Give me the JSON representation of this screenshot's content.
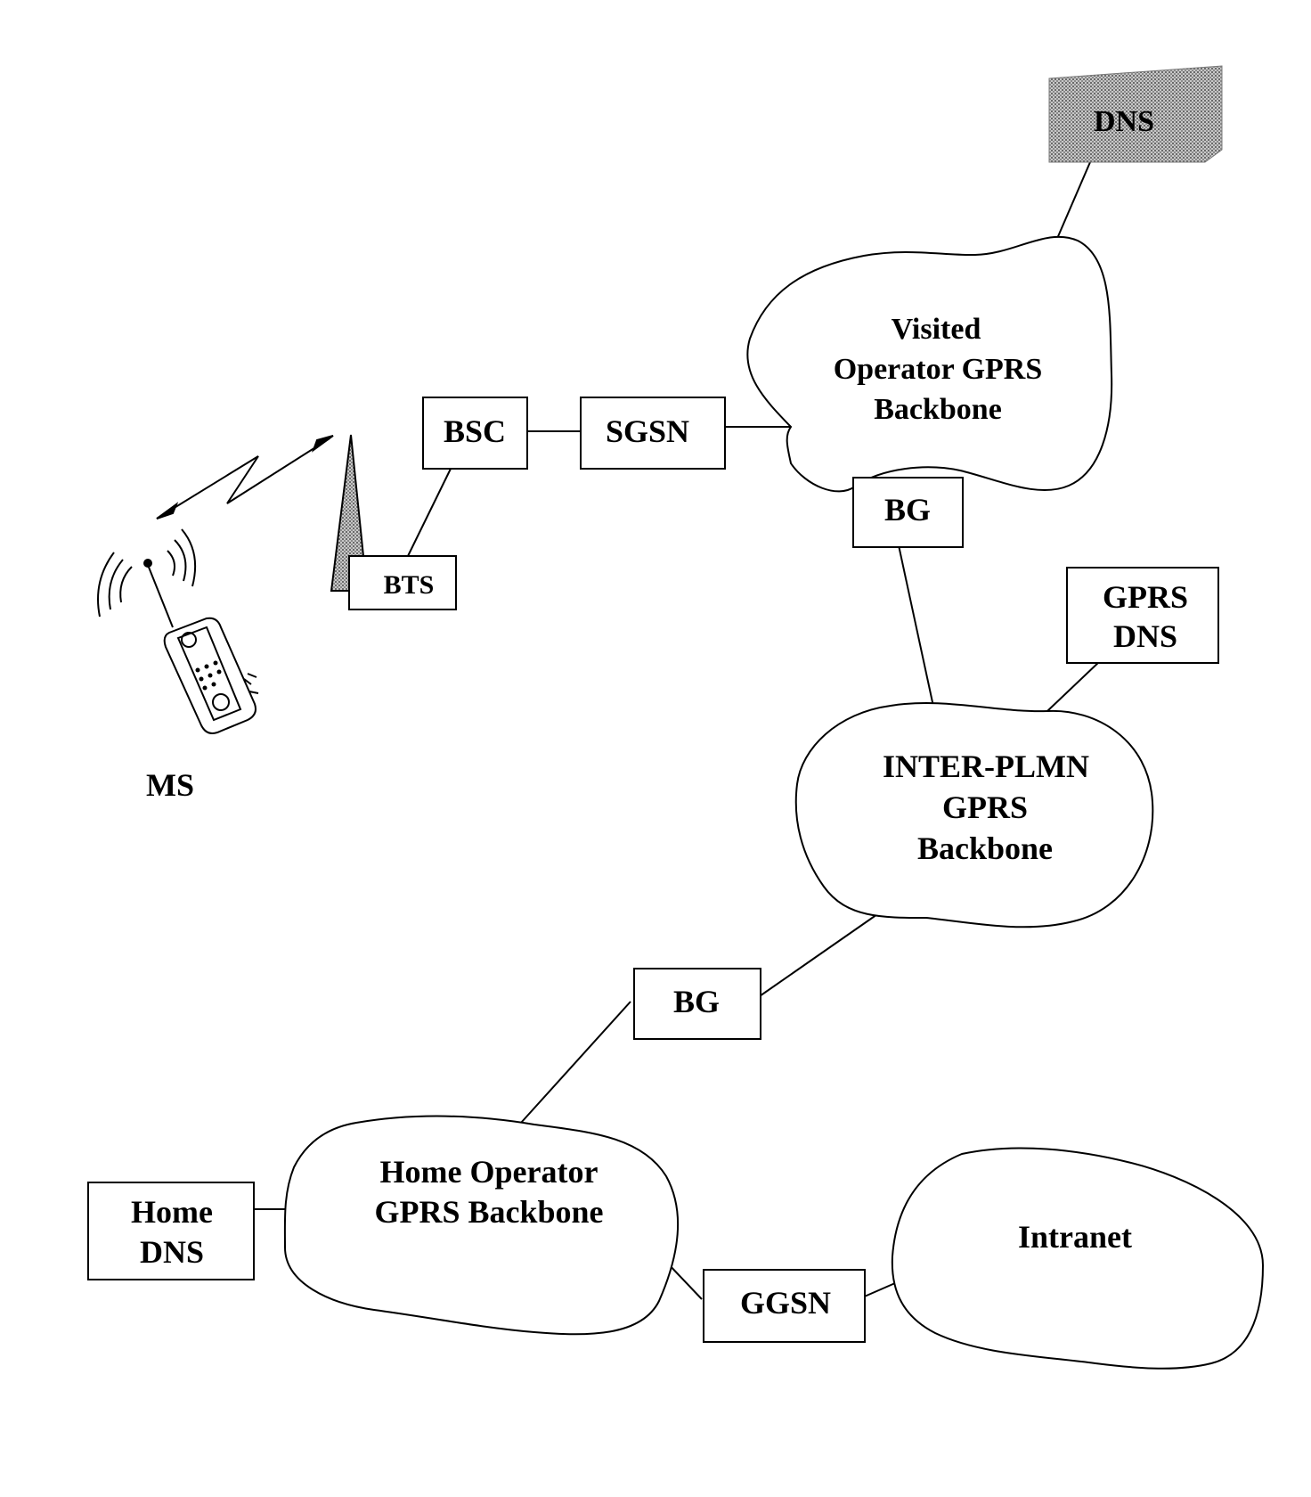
{
  "labels": {
    "dns_top": "DNS",
    "visited_line1": "Visited",
    "visited_line2": "Operator GPRS",
    "visited_line3": "Backbone",
    "bsc": "BSC",
    "sgsn": "SGSN",
    "bg_visited": "BG",
    "bts": "BTS",
    "ms": "MS",
    "gprs_dns_line1": "GPRS",
    "gprs_dns_line2": "DNS",
    "inter_line1": "INTER-PLMN",
    "inter_line2": "GPRS",
    "inter_line3": "Backbone",
    "bg_home": "BG",
    "home_line1": "Home Operator",
    "home_line2": "GPRS Backbone",
    "home_dns_line1": "Home",
    "home_dns_line2": "DNS",
    "ggsn": "GGSN",
    "intranet": "Intranet"
  }
}
